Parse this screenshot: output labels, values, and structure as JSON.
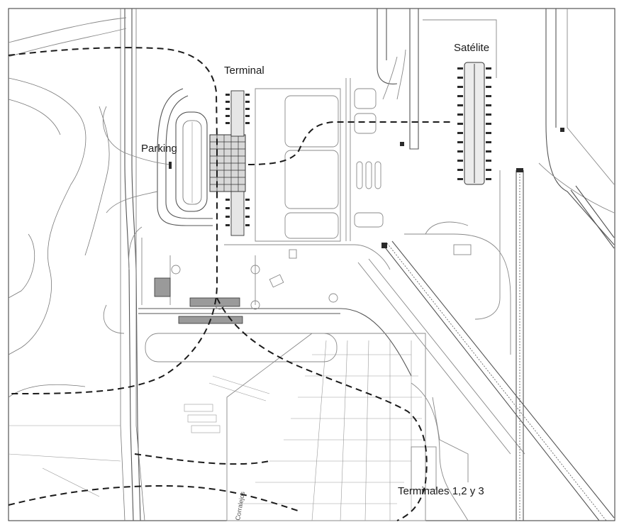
{
  "map": {
    "labels": {
      "terminal": "Terminal",
      "satelite": "Satélite",
      "parking": "Parking",
      "terminales": "Terminales 1,2 y 3",
      "street": "Corralejos"
    },
    "rail_line_style": "dashed",
    "colors": {
      "background": "#ffffff",
      "lines": "#555555",
      "rail": "#1a1a1a"
    }
  }
}
